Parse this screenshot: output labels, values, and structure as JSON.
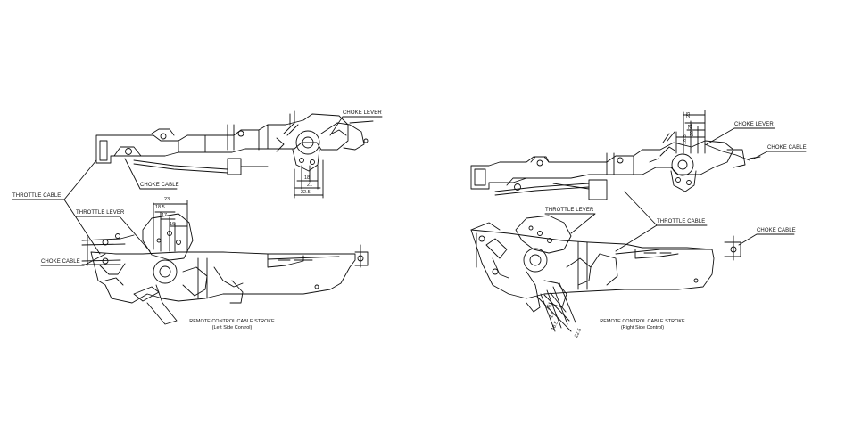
{
  "left_figure": {
    "labels": {
      "choke_lever": "CHOKE LEVER",
      "choke_cable": "CHOKE CABLE",
      "throttle_cable": "THROTTLE CABLE",
      "throttle_lever": "THROTTLE LEVER",
      "choke_cable_lower": "CHOKE CABLE"
    },
    "caption_line1": "REMOTE CONTROL CABLE STROKE",
    "caption_line2": "(Left Side Control)",
    "top_dims": [
      "18",
      "21",
      "22.5"
    ],
    "bottom_dims": [
      "23",
      "18.5",
      "17",
      "16"
    ]
  },
  "right_figure": {
    "labels": {
      "choke_lever": "CHOKE LEVER",
      "choke_cable": "CHOKE CABLE",
      "throttle_lever": "THROTTLE LEVER",
      "throttle_cable": "THROTTLE CABLE",
      "choke_cable_lower": "CHOKE CABLE"
    },
    "caption_line1": "REMOTE CONTROL CABLE STROKE",
    "caption_line2": "(Right Side Control)",
    "top_dims": [
      "23",
      "21",
      "20",
      "18.5"
    ],
    "bottom_dims": [
      "16",
      "17",
      "18.5",
      "22.5"
    ]
  }
}
